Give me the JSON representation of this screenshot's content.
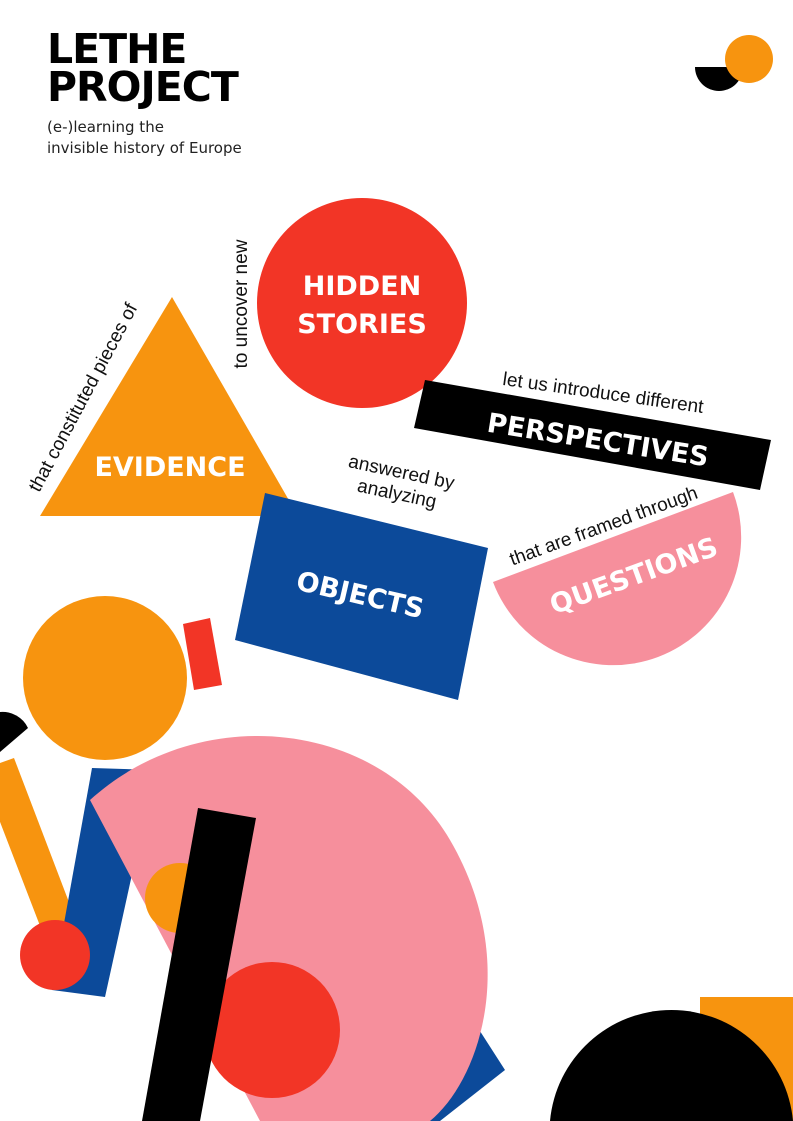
{
  "header": {
    "title_line1": "LETHE",
    "title_line2": "PROJECT",
    "subtitle_line1": "(e-)learning the",
    "subtitle_line2": "invisible history of Europe"
  },
  "concepts": {
    "hidden_line1": "HIDDEN",
    "hidden_line2": "STORIES",
    "evidence": "EVIDENCE",
    "perspectives": "PERSPECTIVES",
    "objects": "OBJECTS",
    "questions": "QUESTIONS"
  },
  "phrases": {
    "to_uncover_new": "to uncover new",
    "that_constituted_pieces_of": "that constituted pieces of",
    "let_us_introduce_different": "let us introduce different",
    "answered_by": "answered by",
    "analyzing": "analyzing",
    "that_are_framed_through": "that are framed through"
  },
  "colors": {
    "red": "#f23526",
    "orange": "#f7940f",
    "blue": "#0c4a9a",
    "pink": "#f68f9c",
    "black": "#000000"
  }
}
